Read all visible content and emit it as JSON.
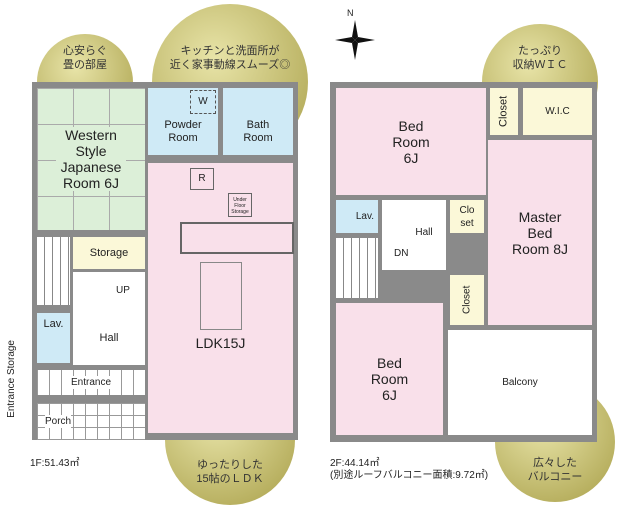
{
  "floor1": {
    "area": "1F:51.43㎡",
    "callouts": [
      "心安らぐ\n畳の部屋",
      "キッチンと洗面所が\n近く家事動線スムーズ◎",
      "ゆったりした\n15帖のＬＤＫ"
    ],
    "rooms": {
      "japanese": "Western Style Japanese Room 6J",
      "powder": "Powder Room",
      "bath": "Bath Room",
      "w": "W",
      "r": "R",
      "under_floor": "Under Floor Storage",
      "storage": "Storage",
      "up": "UP",
      "lav": "Lav.",
      "hall": "Hall",
      "ldk": "LDK15J",
      "entrance": "Entrance",
      "entrance_storage": "Entrance Storage",
      "porch": "Porch"
    }
  },
  "floor2": {
    "area": "2F:44.14㎡",
    "area_note": "(別途ルーフバルコニー面積:9.72㎡)",
    "callouts": [
      "たっぷり\n収納ＷＩＣ",
      "広々した\nバルコニー"
    ],
    "rooms": {
      "bed1": "Bed Room 6J",
      "closet1": "Closet",
      "wic": "W.I.C",
      "master": "Master Bed Room 8J",
      "lav": "Lav.",
      "closet2": "Clo set",
      "hall": "Hall",
      "dn": "DN",
      "closet3": "Closet",
      "bed2": "Bed Room 6J",
      "balcony": "Balcony"
    }
  },
  "compass": {
    "label": "N"
  },
  "colors": {
    "tatami": "#dcefd8",
    "wet": "#cfeaf6",
    "room": "#f9e0ea",
    "storage": "#fbf8d8",
    "wall": "#8a8a8a",
    "callout": "#b8b060"
  }
}
